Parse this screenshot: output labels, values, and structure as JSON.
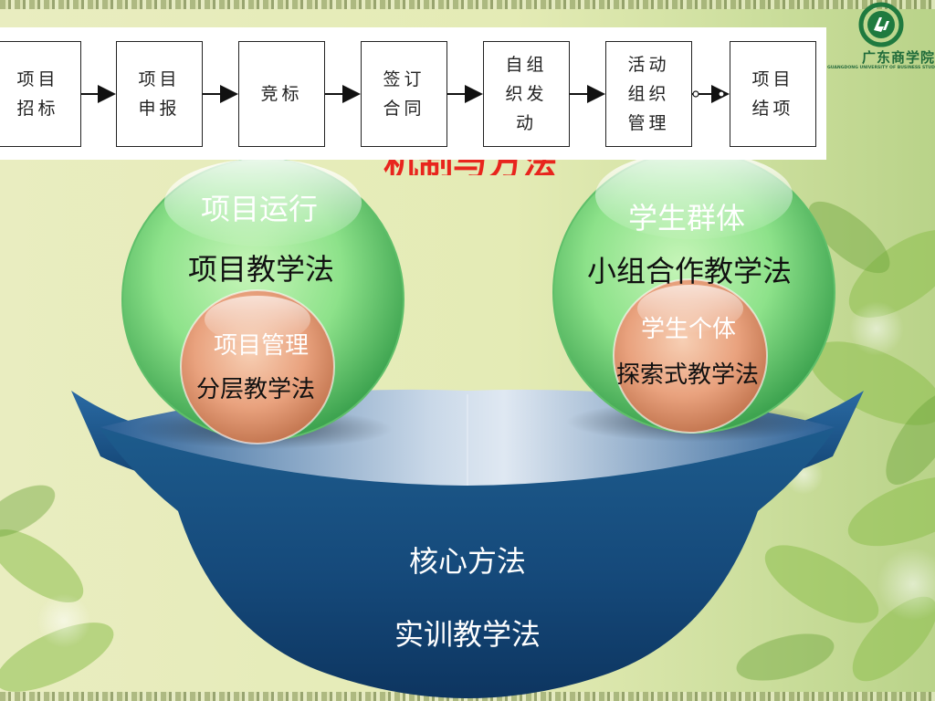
{
  "flow": {
    "steps": [
      {
        "label": "项目招标"
      },
      {
        "label": "项目申报"
      },
      {
        "label": "竞标"
      },
      {
        "label": "签订合同"
      },
      {
        "label": "自组织发动"
      },
      {
        "label": "活动组织管理"
      },
      {
        "label": "项目结项"
      }
    ]
  },
  "slide_title_partial": "机制与方法",
  "logo": {
    "name_cn": "广东商学院",
    "name_en": "GUANGDONG UNIVERSITY OF BUSINESS STUDIES"
  },
  "diagram": {
    "left_sphere": {
      "heading": "项目运行",
      "method": "项目教学法"
    },
    "left_inner": {
      "heading": "项目管理",
      "method": "分层教学法"
    },
    "right_sphere": {
      "heading": "学生群体",
      "method": "小组合作教学法"
    },
    "right_inner": {
      "heading": "学生个体",
      "method": "探索式教学法"
    },
    "base": {
      "heading": "核心方法",
      "method": "实训教学法"
    }
  },
  "colors": {
    "sphere_green": "#7fdc7f",
    "inner_peach": "#e9a27e",
    "base_navy": "#123d66",
    "title_red": "#e8251d"
  }
}
